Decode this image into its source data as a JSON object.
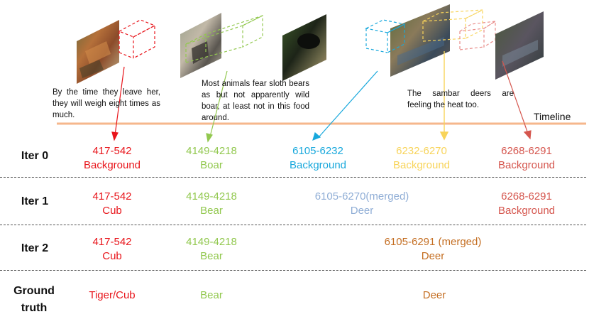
{
  "captions": {
    "c1": "By the time they leave her, they will weigh eight times as much.",
    "c2": "Most animals fear sloth bears as but not apparently wild boar, at least not in this food around.",
    "c3": "The sambar deers are feeling the heat too."
  },
  "timeline_label": "Timeline",
  "colors": {
    "red": "#e8151b",
    "green": "#92c84f",
    "cyan": "#18a8dc",
    "yellow": "#f8d45a",
    "salmon": "#d5564e",
    "lightblue": "#90aed6",
    "brown": "#c46e22",
    "timeline": "#f6b78c"
  },
  "rows": [
    {
      "label": "Iter 0",
      "cells": [
        {
          "range": "417-542",
          "label": "Background",
          "color": "red"
        },
        {
          "range": "4149-4218",
          "label": "Boar",
          "color": "green"
        },
        {
          "range": "6105-6232",
          "label": "Background",
          "color": "cyan"
        },
        {
          "range": "6232-6270",
          "label": "Background",
          "color": "yellow"
        },
        {
          "range": "6268-6291",
          "label": "Background",
          "color": "salmon"
        }
      ]
    },
    {
      "label": "Iter 1",
      "cells": [
        {
          "range": "417-542",
          "label": "Cub",
          "color": "red"
        },
        {
          "range": "4149-4218",
          "label": "Bear",
          "color": "green"
        },
        {
          "range": "6105-6270(merged)",
          "label": "Deer",
          "color": "lightblue"
        },
        {
          "range": "6268-6291",
          "label": "Background",
          "color": "salmon"
        }
      ]
    },
    {
      "label": "Iter 2",
      "cells": [
        {
          "range": "417-542",
          "label": "Cub",
          "color": "red"
        },
        {
          "range": "4149-4218",
          "label": "Bear",
          "color": "green"
        },
        {
          "range": "6105-6291 (merged)",
          "label": "Deer",
          "color": "brown"
        }
      ]
    },
    {
      "label_line1": "Ground",
      "label_line2": "truth",
      "cells": [
        {
          "label": "Tiger/Cub",
          "color": "red"
        },
        {
          "label": "Bear",
          "color": "green"
        },
        {
          "label": "Deer",
          "color": "brown"
        }
      ]
    }
  ]
}
